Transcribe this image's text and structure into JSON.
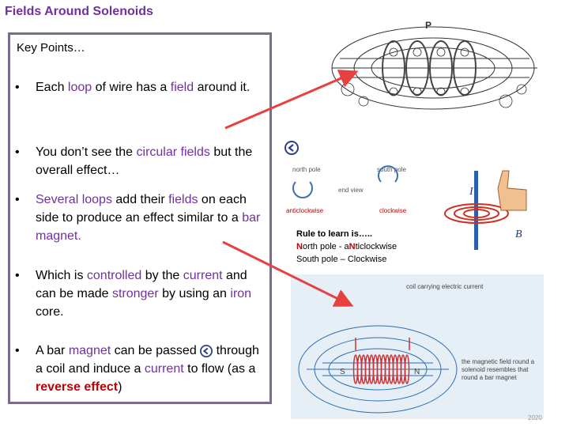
{
  "title": "Fields Around Solenoids",
  "key_points_heading": "Key Points…",
  "bullets": [
    {
      "parts": [
        [
          "Each ",
          ""
        ],
        [
          "loop",
          "hl"
        ],
        [
          " of wire has a ",
          ""
        ],
        [
          "field",
          "hl"
        ],
        [
          " around it.",
          ""
        ]
      ]
    },
    {
      "parts": [
        [
          "You don’t see the ",
          ""
        ],
        [
          "circular fields",
          "hl"
        ],
        [
          " but the overall effect…",
          ""
        ]
      ]
    },
    {
      "parts": [
        [
          "Several loops",
          "hl"
        ],
        [
          " add their ",
          ""
        ],
        [
          "fields",
          "hl"
        ],
        [
          " on each side to produce an effect similar to a ",
          ""
        ],
        [
          "bar magnet.",
          "hl"
        ]
      ]
    },
    {
      "parts": [
        [
          "Which is ",
          ""
        ],
        [
          "controlled",
          "hl"
        ],
        [
          " by the ",
          ""
        ],
        [
          "current",
          "hl"
        ],
        [
          " and can be made ",
          ""
        ],
        [
          "stronger",
          "hl"
        ],
        [
          " by using an ",
          ""
        ],
        [
          "iron",
          "hl"
        ],
        [
          " core.",
          ""
        ]
      ]
    },
    {
      "parts": [
        [
          "A bar ",
          ""
        ],
        [
          "magnet",
          "hl"
        ],
        [
          " can be passed ",
          ""
        ],
        [
          "__ICON__",
          "icon"
        ],
        [
          " through a coil and induce a ",
          ""
        ],
        [
          "current",
          "hl"
        ],
        [
          " to flow (as a ",
          ""
        ],
        [
          "reverse effect",
          "rd"
        ],
        [
          ")",
          ""
        ]
      ]
    }
  ],
  "solenoid_label": "P",
  "pole_diagram": {
    "north_label": "north pole",
    "south_label": "south pole",
    "end_view_label": "end view",
    "north_dir": "anticlockwise",
    "south_dir": "clockwise"
  },
  "thumb_rule": {
    "current_label": "I",
    "field_label": "B"
  },
  "rule": {
    "line1": "Rule to learn is…..",
    "line2_n": "N",
    "line2_rest_a": "orth pole - a",
    "line2_n2": "N",
    "line2_rest_b": "ticlockwise",
    "line3": "South pole – Clockwise"
  },
  "coil_diagram": {
    "top_label": "coil carrying electric current",
    "s_label": "S",
    "n_label": "N",
    "caption": "the magnetic field round a solenoid resembles that round a bar magnet"
  },
  "footer_mark": "2020",
  "colors": {
    "accent": "#7030a0",
    "red": "#c00000",
    "arrow": "#e84040",
    "field_blue": "#2a6fb5"
  }
}
